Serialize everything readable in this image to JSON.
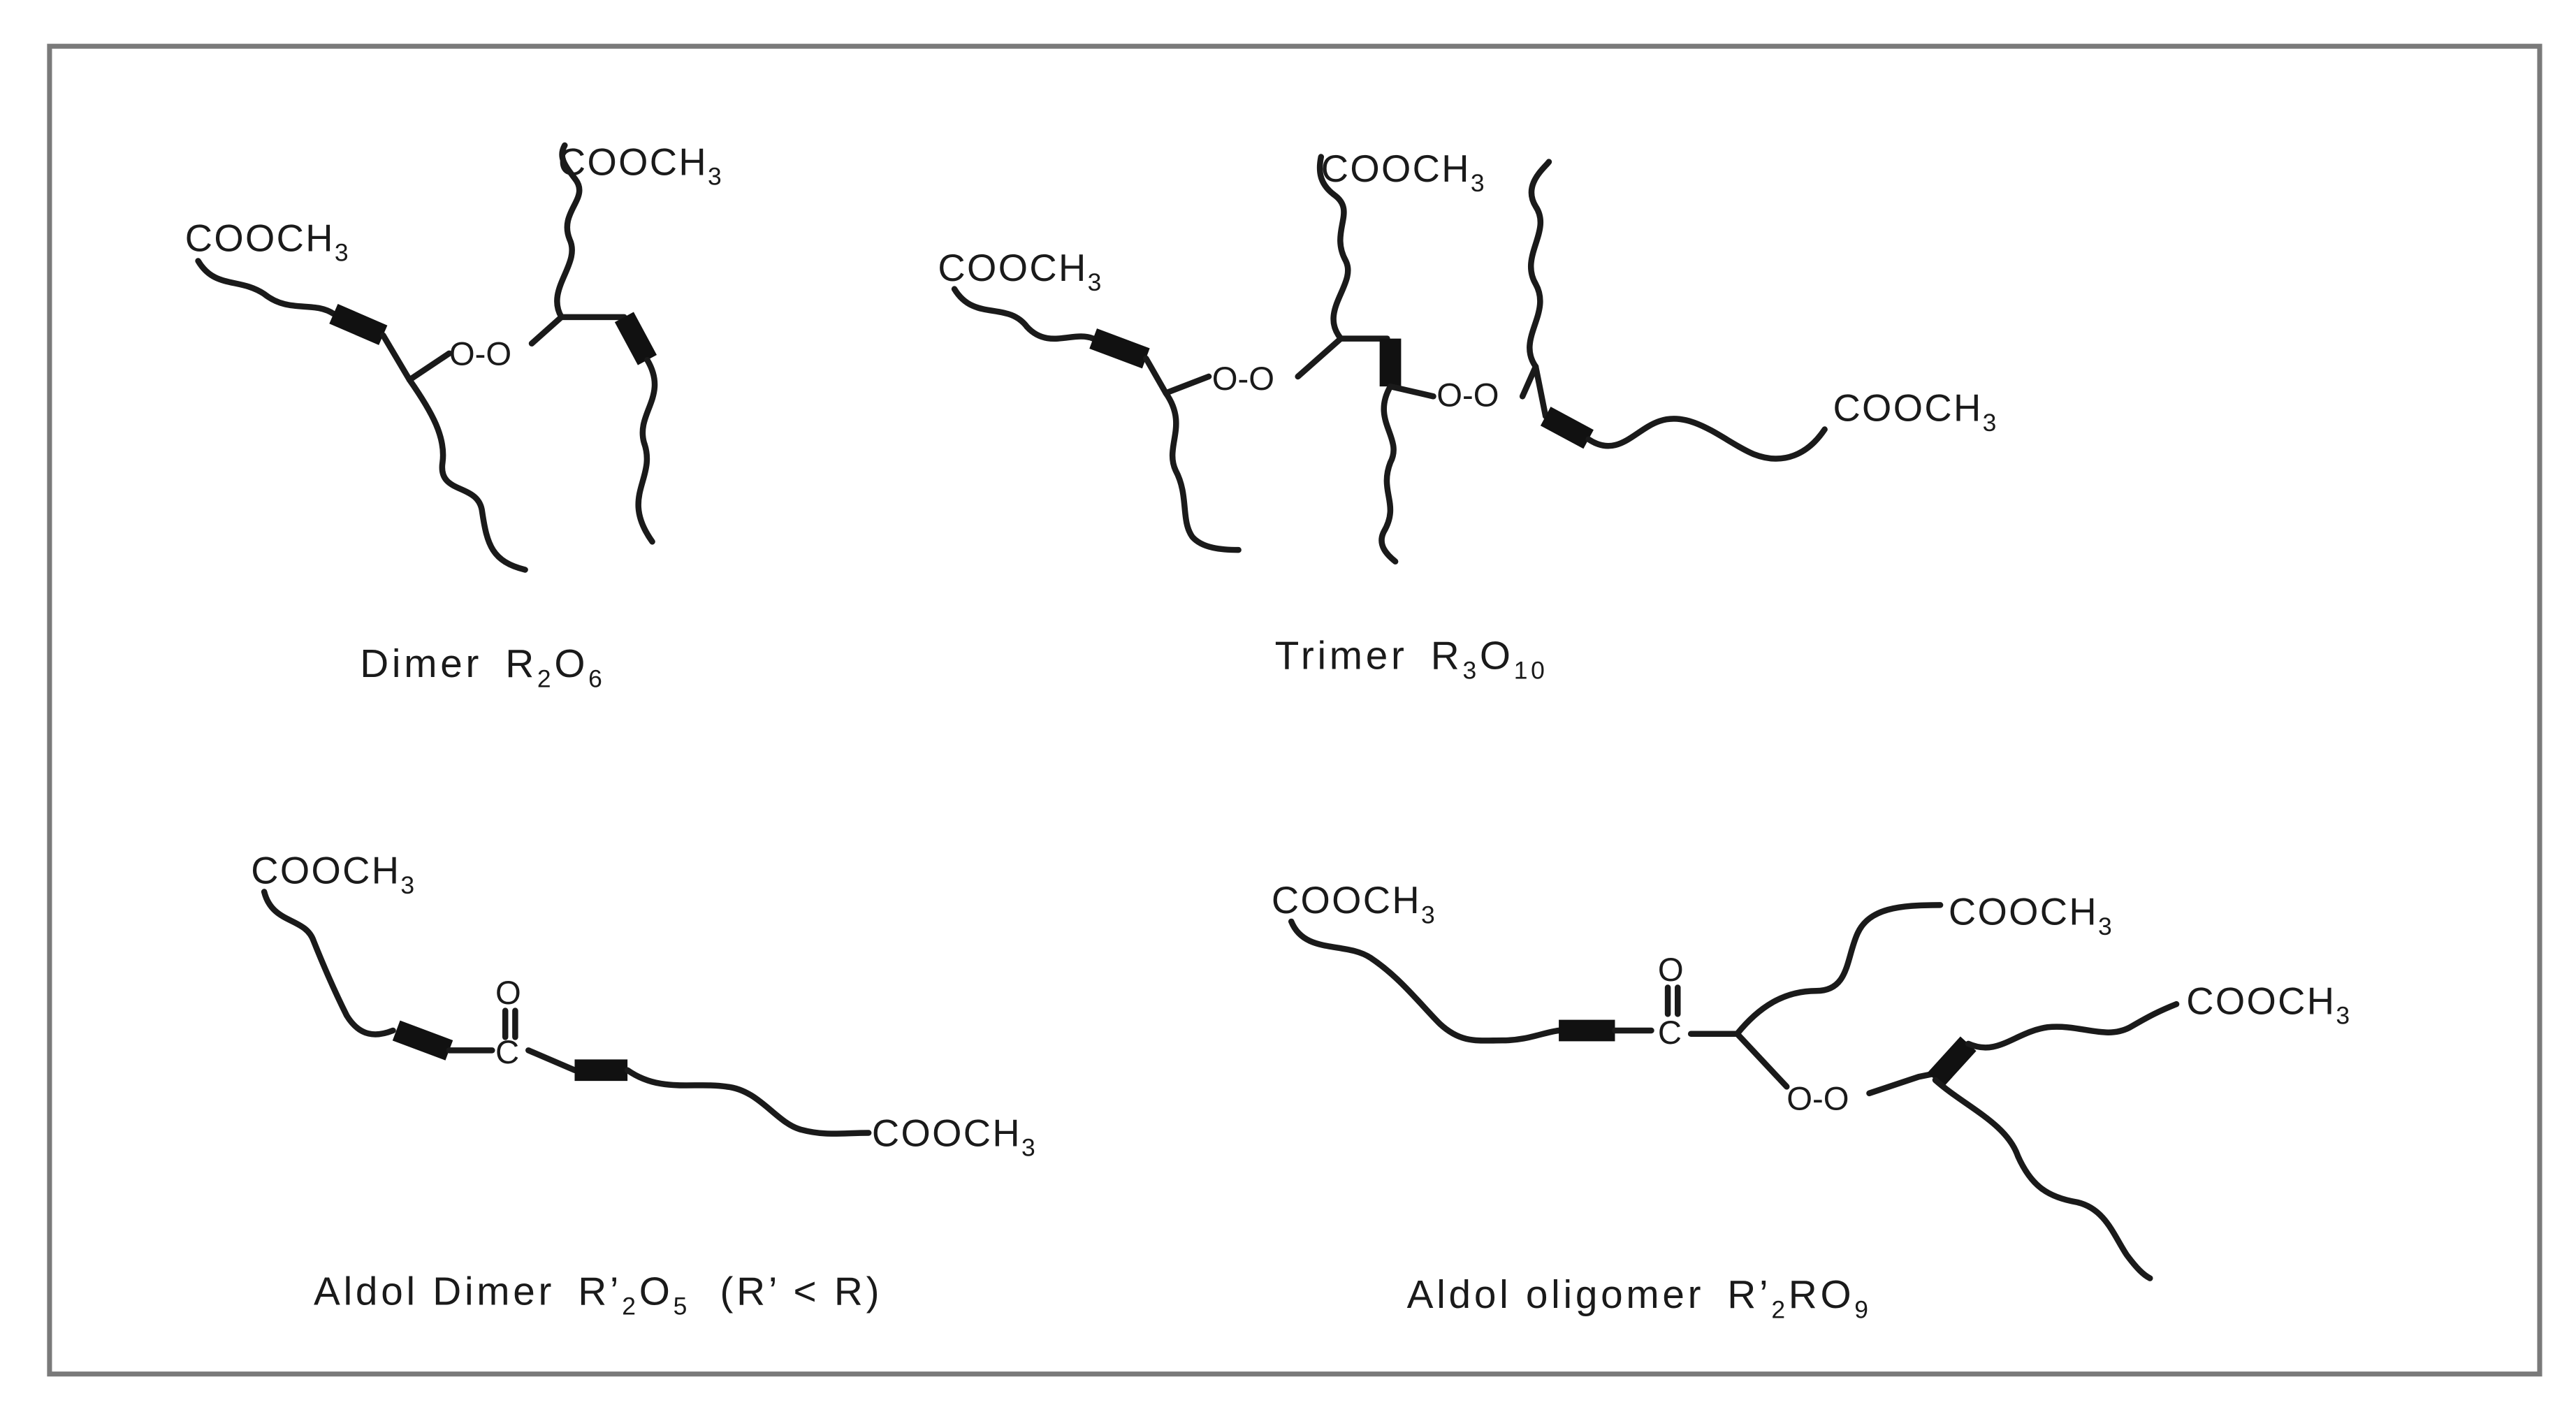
{
  "figure": {
    "groups": {
      "ester": {
        "main": "COOCH",
        "sub": "3"
      },
      "peroxy": "O-O",
      "carbonyl_c": "C",
      "carbonyl_o": "O"
    },
    "captions": {
      "dimer": {
        "name": "Dimer",
        "r": "R",
        "r_sub": "2",
        "o": "O",
        "o_sub": "6"
      },
      "trimer": {
        "name": "Trimer",
        "r": "R",
        "r_sub": "3",
        "o": "O",
        "o_sub": "10"
      },
      "aldol_dimer": {
        "name": "Aldol Dimer",
        "r": "R’",
        "r_sub": "2",
        "o": "O",
        "o_sub": "5",
        "note": "(R’ < R)"
      },
      "aldol_oligomer": {
        "name": "Aldol oligomer",
        "r": "R’",
        "r_sub": "2",
        "mid": "RO",
        "o_sub": "9"
      }
    },
    "colors": {
      "border": "#7a7a7a",
      "ink": "#1a1a1a",
      "background": "#ffffff"
    }
  }
}
